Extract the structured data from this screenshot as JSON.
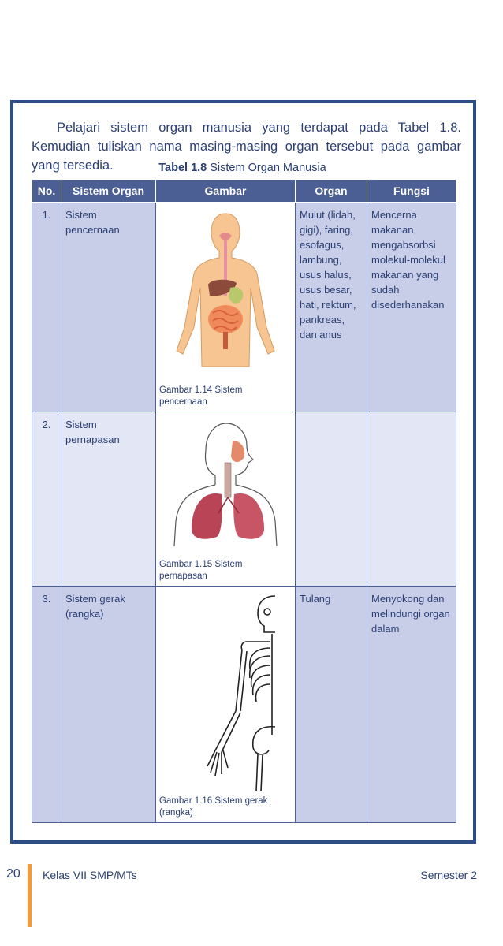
{
  "intro": {
    "text": "Pelajari sistem organ manusia yang terdapat pada Tabel 1.8. Kemudian tuliskan nama masing-masing organ tersebut pada gambar yang tersedia."
  },
  "table": {
    "caption_label": "Tabel 1.8",
    "caption_title": "Sistem Organ Manusia",
    "headers": [
      "No.",
      "Sistem Organ",
      "Gambar",
      "Organ",
      "Fungsi"
    ],
    "rows": [
      {
        "no": "1.",
        "sistem": "Sistem pencernaan",
        "figure_caption": "Gambar 1.14 Sistem pencernaan",
        "figure_icon": "digestive-system-illustration",
        "organ": "Mulut (lidah, gigi), faring, esofagus, lambung, usus halus, usus besar, hati, rektum, pankreas, dan anus",
        "fungsi": "Mencerna makanan, mengabsorbsi molekul-molekul makanan yang sudah disederhanakan"
      },
      {
        "no": "2.",
        "sistem": "Sistem pernapasan",
        "figure_caption": "Gambar 1.15 Sistem pernapasan",
        "figure_icon": "respiratory-system-illustration",
        "organ": "",
        "fungsi": ""
      },
      {
        "no": "3.",
        "sistem": "Sistem gerak (rangka)",
        "figure_caption": "Gambar 1.16 Sistem gerak (rangka)",
        "figure_icon": "skeleton-illustration",
        "organ": "Tulang",
        "fungsi": "Menyokong dan melindungi organ dalam"
      }
    ]
  },
  "footer": {
    "page_number": "20",
    "book": "Kelas VII SMP/MTs",
    "semester": "Semester 2"
  },
  "colors": {
    "frame": "#2d4d86",
    "header_bg": "#4b5f94",
    "shade": "#c8cde8",
    "accent_bar": "#f39a3c"
  }
}
